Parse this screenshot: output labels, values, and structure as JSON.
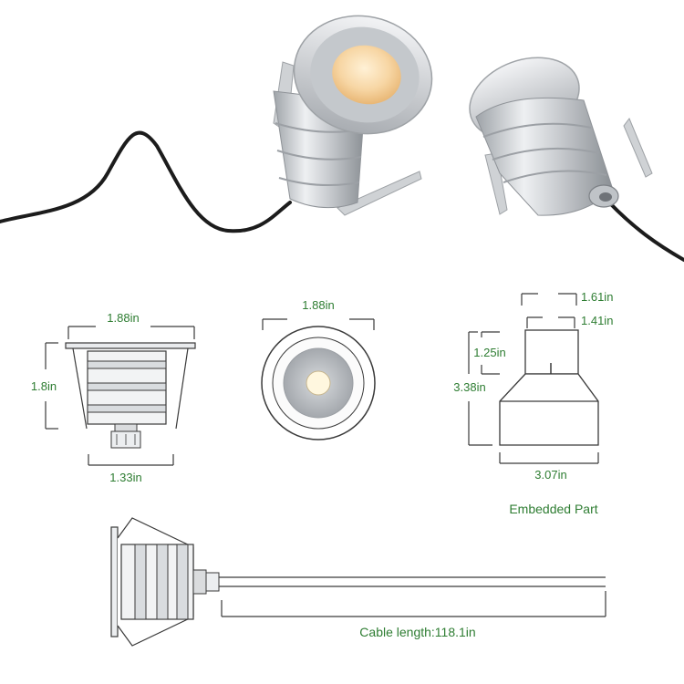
{
  "colors": {
    "dimension_text": "#2e7d32",
    "line": "#3a3a3a",
    "metal_light": "#e6e8ea",
    "metal_mid": "#b9bdc1",
    "metal_dark": "#8d9196",
    "led_warm": "#f3c88a",
    "cable": "#1c1c1c"
  },
  "side_view": {
    "top_width": "1.88in",
    "height": "1.8in",
    "bottom_width": "1.33in"
  },
  "top_view": {
    "diameter": "1.88in"
  },
  "embedded_part": {
    "outer_top_width": "1.61in",
    "inner_top_width": "1.41in",
    "neck_height": "1.25in",
    "total_height": "3.38in",
    "bottom_width": "3.07in",
    "caption": "Embedded Part"
  },
  "cable_view": {
    "caption": "Cable length:118.1in"
  }
}
